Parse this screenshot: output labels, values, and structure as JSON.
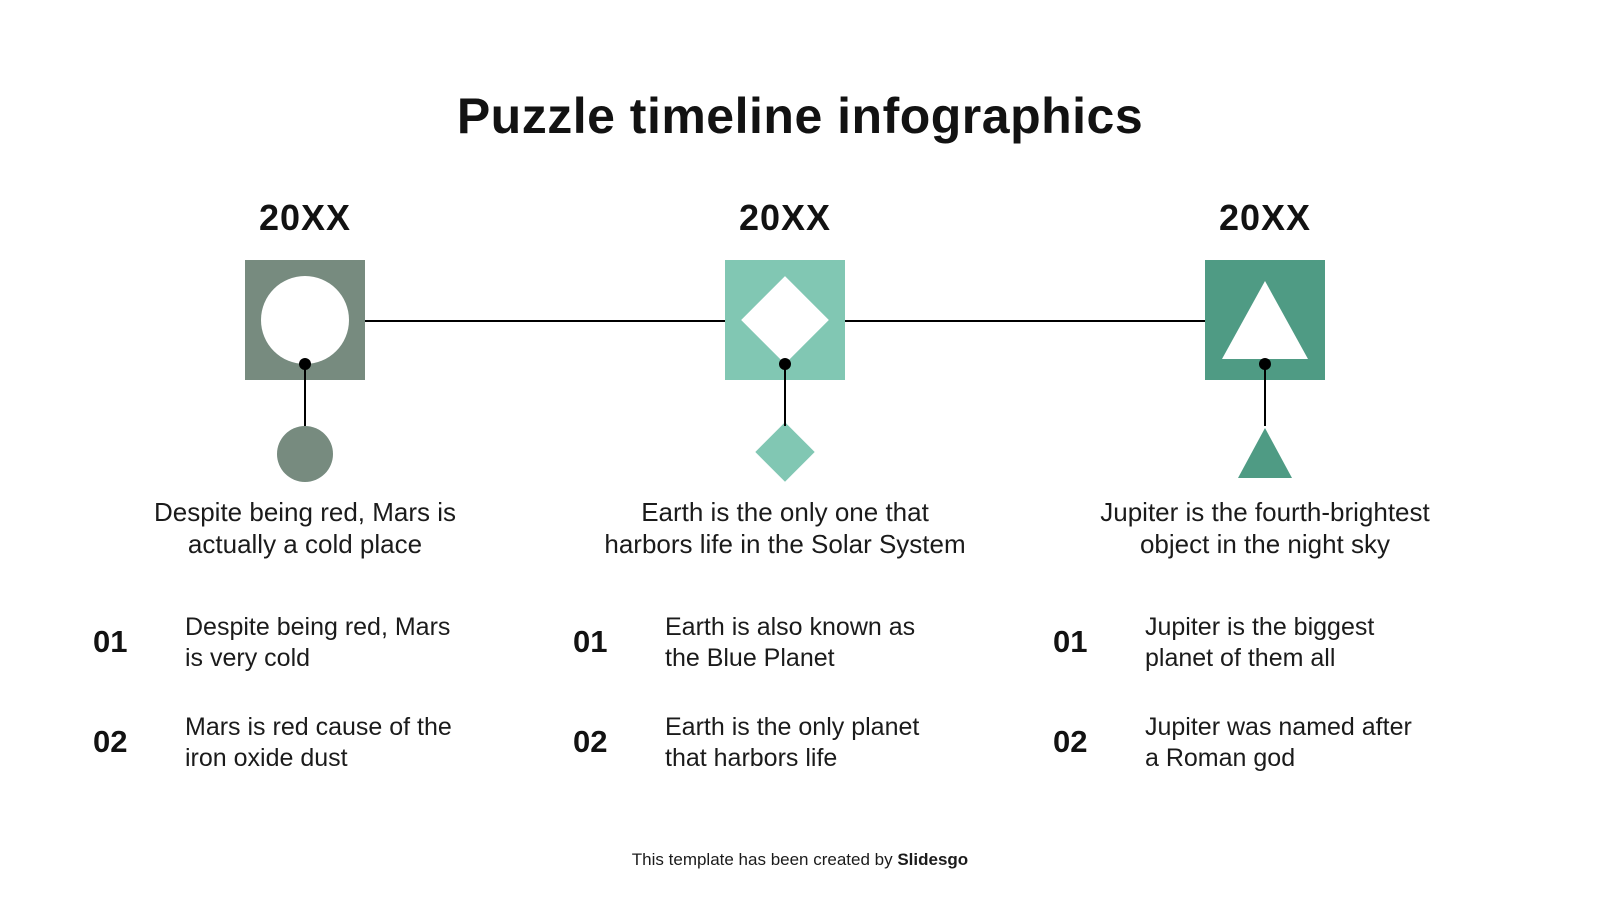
{
  "slide": {
    "title": "Puzzle timeline infographics",
    "footer": {
      "prefix": "This template has been created by ",
      "brand": "Slidesgo"
    }
  },
  "colors": {
    "sage": "#778B7F",
    "mint": "#81C7B3",
    "green": "#4F9B84",
    "connector": "#000000",
    "text": "#1B1B1B"
  },
  "milestones": [
    {
      "year": "20XX",
      "shape": "circle",
      "color": "#778B7F",
      "description": "Despite being red, Mars is\nactually a cold place",
      "items": [
        {
          "number": "01",
          "text": "Despite being red, Mars\nis very cold"
        },
        {
          "number": "02",
          "text": "Mars is red cause of the\niron oxide dust"
        }
      ]
    },
    {
      "year": "20XX",
      "shape": "diamond",
      "color": "#81C7B3",
      "description": "Earth is the only one that\nharbors life in the Solar System",
      "items": [
        {
          "number": "01",
          "text": "Earth is also known as\nthe Blue Planet"
        },
        {
          "number": "02",
          "text": "Earth is the only planet\nthat harbors life"
        }
      ]
    },
    {
      "year": "20XX",
      "shape": "triangle",
      "color": "#4F9B84",
      "description": "Jupiter is the fourth-brightest\nobject in the night sky",
      "items": [
        {
          "number": "01",
          "text": "Jupiter is the biggest\nplanet of them all"
        },
        {
          "number": "02",
          "text": "Jupiter was named after\na Roman god"
        }
      ]
    }
  ]
}
